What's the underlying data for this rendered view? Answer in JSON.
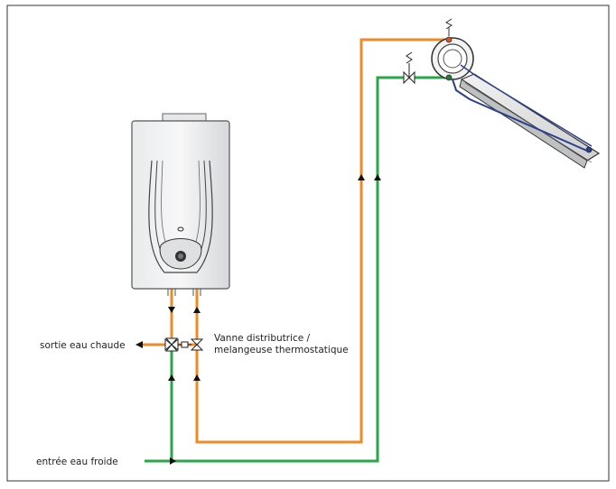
{
  "labels": {
    "hot_water_outlet": "sortie eau chaude",
    "valve_line1": "Vanne distributrice /",
    "valve_line2": "melangeuse thermostatique",
    "cold_water_inlet": "entrée eau froide"
  },
  "colors": {
    "hot_pipe": "#f08a24",
    "cold_pipe": "#29a64a",
    "solar_loop": "#2b3f8f",
    "frame": "#333333"
  },
  "icons": {
    "heater": "water-heater-icon",
    "tank": "solar-tank-icon",
    "collector": "solar-collector-icon",
    "valve": "valve-icon"
  }
}
